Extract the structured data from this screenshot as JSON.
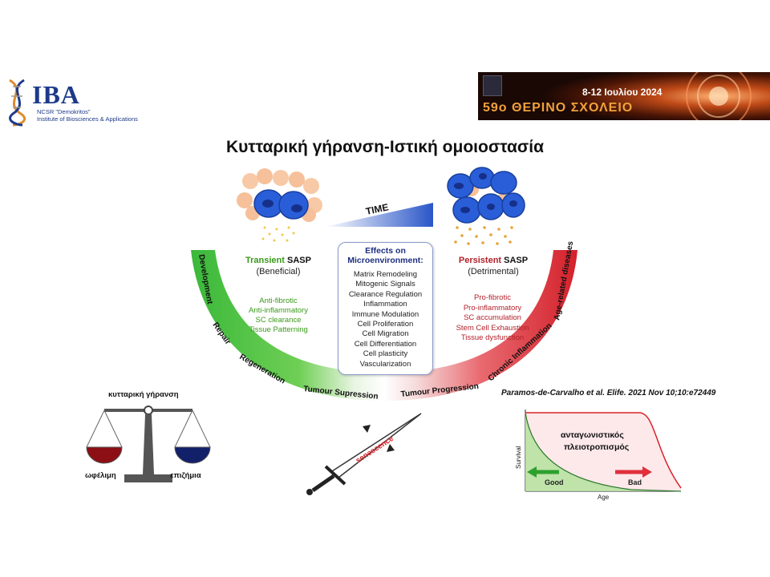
{
  "title": "Κυτταρική γήρανση-Ιστική ομοιοστασία",
  "logo_left": {
    "name": "IBA",
    "subtitle_line1": "NCSR \"Demokritos\"",
    "subtitle_line2": "Institute of Biosciences & Applications"
  },
  "banner": {
    "dates": "8-12 Ιουλίου 2024",
    "school": "59ο ΘΕΡΙΝΟ ΣΧΟΛΕΙΟ"
  },
  "diagram": {
    "time_label": "TIME",
    "transient": {
      "keyword": "Transient",
      "suffix": " SASP",
      "type": "(Beneficial)",
      "items": [
        "Anti-fibrotic",
        "Anti-inflammatory",
        "SC clearance",
        "Tissue Patterning"
      ]
    },
    "persistent": {
      "keyword": "Persistent",
      "suffix": " SASP",
      "type": "(Detrimental)",
      "items": [
        "Pro-fibrotic",
        "Pro-inflammatory",
        "SC accumulation",
        "Stem Cell Exhaustion",
        "Tissue dysfunction"
      ]
    },
    "effects": {
      "heading_line1": "Effects on",
      "heading_line2": "Microenvironment:",
      "items": [
        "Matrix Remodeling",
        "Mitogenic Signals",
        "Clearance Regulation",
        "Inflammation",
        "Immune Modulation",
        "Cell Proliferation",
        "Cell Migration",
        "Cell Differentiation",
        "Cell plasticity",
        "Vascularization"
      ]
    },
    "arc_labels": {
      "development": "Development",
      "repair": "Repair",
      "regeneration": "Regeneration",
      "tumour_supression": "Tumour Supression",
      "tumour_progression": "Tumour Progression",
      "chronic_inflammation": "Chronic Inflammation",
      "age_related": "Age-related diseases"
    },
    "citation": "Paramos-de-Carvalho et al. Elife. 2021 Nov 10;10:e72449"
  },
  "scale": {
    "title": "κυτταρική γήρανση",
    "left_label": "ωφέλιμη",
    "right_label": "επιζήμια",
    "left_color": "#8b0f14",
    "right_color": "#12206a"
  },
  "sword": {
    "label": "senescence"
  },
  "survival_chart": {
    "ylabel": "Survival",
    "xlabel": "Age",
    "title_line1": "ανταγωνιστικός",
    "title_line2": "πλειοτροπισμός",
    "good_label": "Good",
    "bad_label": "Bad",
    "good_color": "#2ea02e",
    "bad_color": "#e0303a"
  },
  "colors": {
    "green": "#3ab03a",
    "red": "#d9222a",
    "cell_blue": "#2a5ed8",
    "cell_orange": "#f4b88a",
    "time_blue": "#2a56c8"
  }
}
